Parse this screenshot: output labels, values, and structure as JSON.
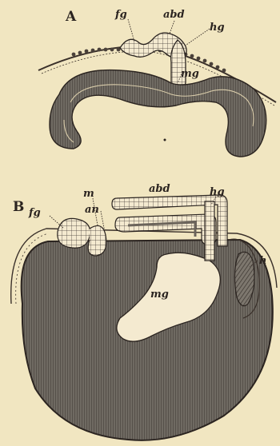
{
  "figure": {
    "panel_a": {
      "letter": "A",
      "labels": {
        "fg": "fg",
        "abd": "abd",
        "hg": "hg",
        "mg": "mg"
      }
    },
    "panel_b": {
      "letter": "B",
      "labels": {
        "fg": "fg",
        "m": "m",
        "an": "an",
        "abd": "abd",
        "hg": "hg",
        "mg": "mg",
        "h": "h"
      }
    }
  },
  "colors": {
    "paper": "#f1e6c1",
    "ink": "#2b2420",
    "yolk_tissue": "#6f6a62"
  }
}
